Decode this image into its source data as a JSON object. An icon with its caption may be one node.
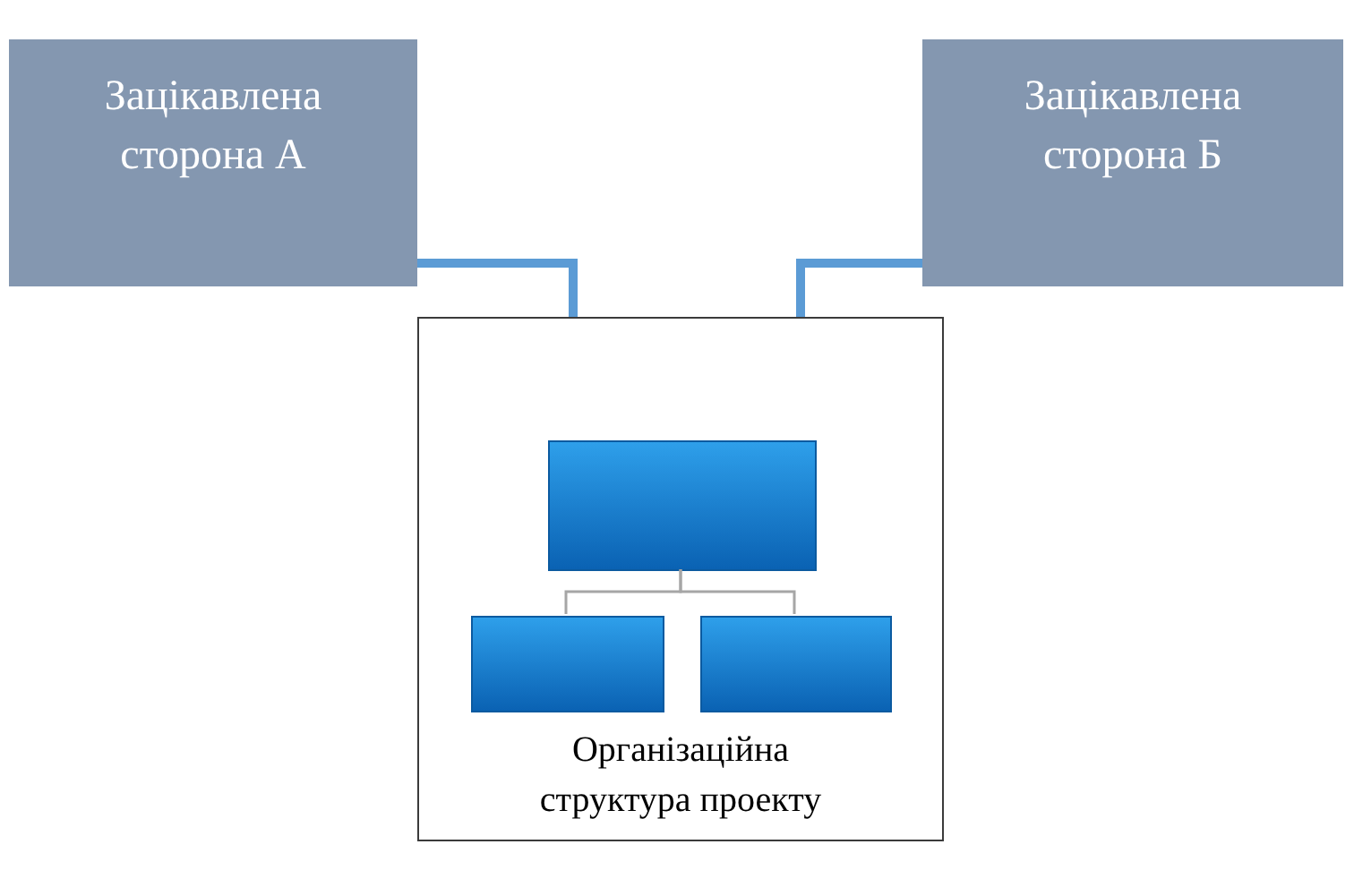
{
  "diagram": {
    "nodes": [
      {
        "text": [
          "Зацікавлена сторона А"
        ]
      },
      {
        "text": [
          "Зацікавлена сторона Б"
        ]
      },
      {
        "text": [
          "Організаційна структура проекту"
        ]
      },
      {
        "text": [],
        "shape": "box",
        "in": 2
      },
      {
        "text": [],
        "shape": "box",
        "in": 2
      },
      {
        "text": [],
        "shape": "box",
        "in": 2
      }
    ],
    "edges": [
      {
        "from": 0,
        "to": 2,
        "arrow": "none",
        "style": "thick",
        "color": "#5b9bd5"
      },
      {
        "from": 1,
        "to": 2,
        "arrow": "none",
        "style": "thick",
        "color": "#5b9bd5"
      },
      {
        "from": 3,
        "to": 4,
        "arrow": "none",
        "color": "#a6a6a6"
      },
      {
        "from": 3,
        "to": 5,
        "arrow": "none",
        "color": "#a6a6a6"
      }
    ]
  }
}
